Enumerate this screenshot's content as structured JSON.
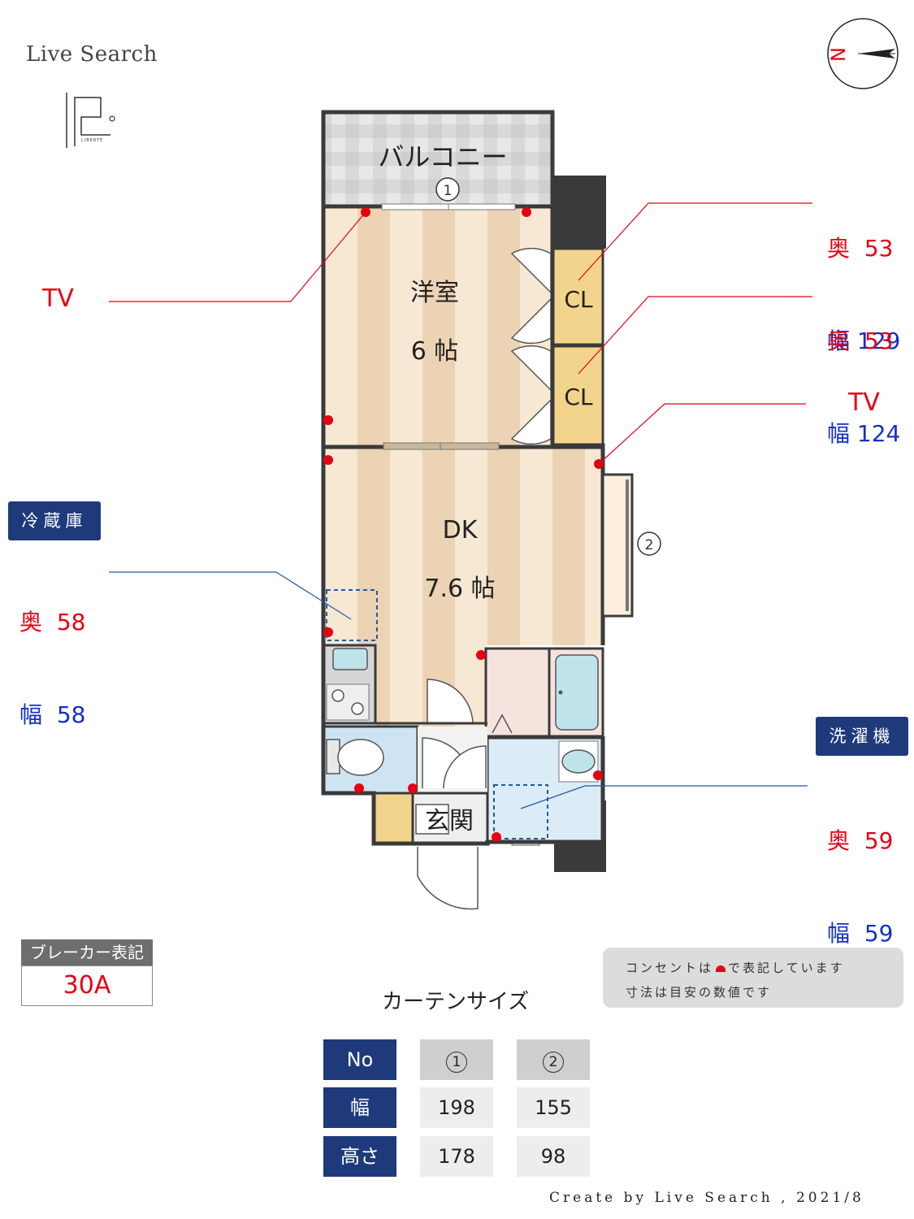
{
  "header": {
    "brand": "Live Search",
    "logo_text": "LIBERTE"
  },
  "compass": {
    "letter": "N"
  },
  "rooms": {
    "balcony": "バルコニー",
    "western": "洋室",
    "western_size": "6 帖",
    "dk": "DK",
    "dk_size": "7.6 帖",
    "closet1": "CL",
    "closet2": "CL",
    "entrance": "玄関",
    "window1": "1",
    "window2": "2"
  },
  "callouts": {
    "tv_left": "TV",
    "tv_right": "TV",
    "cl1": {
      "depth_label": "奥",
      "depth": "53",
      "width_label": "幅",
      "width": "129"
    },
    "cl2": {
      "depth_label": "奥",
      "depth": "53",
      "width_label": "幅",
      "width": "124"
    },
    "fridge": {
      "tag": "冷蔵庫",
      "depth_label": "奥",
      "depth": "58",
      "width_label": "幅",
      "width": "58"
    },
    "washer": {
      "tag": "洗濯機",
      "depth_label": "奥",
      "depth": "59",
      "width_label": "幅",
      "width": "59"
    }
  },
  "breaker": {
    "label": "ブレーカー表記",
    "value": "30A"
  },
  "notes": {
    "line1": "コンセントは",
    "line1b": "で表記しています",
    "line2": "寸法は目安の数値です"
  },
  "curtain": {
    "title": "カーテンサイズ",
    "headers": [
      "No",
      "幅",
      "高さ"
    ],
    "columns": [
      {
        "no": "1",
        "width": "198",
        "height": "178"
      },
      {
        "no": "2",
        "width": "155",
        "height": "98"
      }
    ]
  },
  "colors": {
    "outlet": "#e60012",
    "navy": "#1e3a7a",
    "floor_light": "#f6e8d2",
    "floor_dark": "#ecd3b3"
  },
  "footer": "Create by Live Search , 2021/8"
}
